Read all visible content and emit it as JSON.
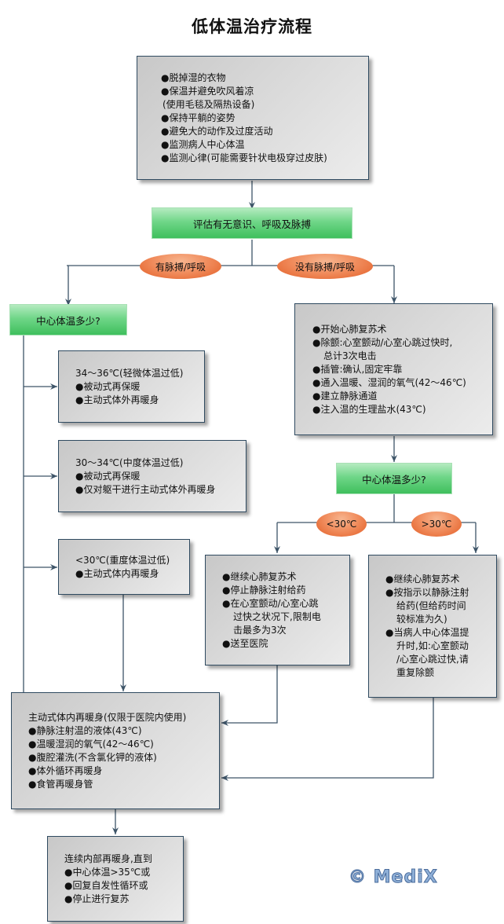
{
  "title": "低体温治疗流程",
  "initial_steps": {
    "lines": [
      "●脱掉湿的衣物",
      "●保温并避免吹风着凉",
      "(使用毛毯及隔热设备)",
      "●保持平躺的姿势",
      "●避免大的动作及过度活动",
      "●监测病人中心体温",
      "●监测心律(可能需要针状电极穿过皮肤)"
    ]
  },
  "assess": {
    "label": "评估有无意识、呼吸及脉搏"
  },
  "branch_pulse": {
    "label": "有脉搏/呼吸"
  },
  "branch_no_pulse": {
    "label": "没有脉搏/呼吸"
  },
  "core_temp_left": {
    "label": "中心体温多少?"
  },
  "mild": {
    "lines": [
      "34～36℃(轻微体温过低)",
      "●被动式再保暖",
      "●主动式体外再暖身"
    ]
  },
  "moderate": {
    "lines": [
      "30～34℃(中度体温过低)",
      "●被动式再保暖",
      "●仅对躯干进行主动式体外再暖身"
    ]
  },
  "severe": {
    "lines": [
      "<30℃(重度体温过低)",
      "●主动式体内再暖身"
    ]
  },
  "cpr": {
    "lines": [
      "●开始心肺复苏术",
      "●除颤:心室颤动/心室心跳过快时,",
      "总计3次电击",
      "●插管:确认,固定牢靠",
      "●通入温暖、湿润的氧气(42～46℃)",
      "●建立静脉通道",
      "●注入温的生理盐水(43℃)"
    ]
  },
  "core_temp_right": {
    "label": "中心体温多少?"
  },
  "branch_below30": {
    "label": "<30℃"
  },
  "branch_above30": {
    "label": ">30℃"
  },
  "below30_actions": {
    "lines": [
      "●继续心肺复苏术",
      "●停止静脉注射给药",
      "●在心室颤动/心室心跳",
      "过快之状况下,限制电",
      "击最多为3次",
      "●送至医院"
    ]
  },
  "above30_actions": {
    "lines": [
      "●继续心肺复苏术",
      "●按指示以静脉注射",
      "给药(但给药时间",
      "较标准为久)",
      "●当病人中心体温提",
      "升时,如:心室颤动",
      "/心室心跳过快,请",
      "重复除颤"
    ]
  },
  "internal_rewarming": {
    "lines": [
      "主动式体内再暖身(仅限于医院内使用)",
      "●静脉注射温的液体(43℃)",
      "●温暖湿润的氧气(42～46℃)",
      "●腹腔灌洗(不含氯化钾的液体)",
      "●体外循环再暖身",
      "●食管再暖身管"
    ]
  },
  "continue": {
    "lines": [
      "连续内部再暖身,直到",
      "●中心体温>35℃或",
      "●回复自发性循环或",
      "●停止进行复苏"
    ]
  },
  "watermark": "© MediX",
  "colors": {
    "line": "#3d5468",
    "green": "#4cc46a",
    "oval": "#ec7240",
    "box_border": "#2f4a60"
  }
}
